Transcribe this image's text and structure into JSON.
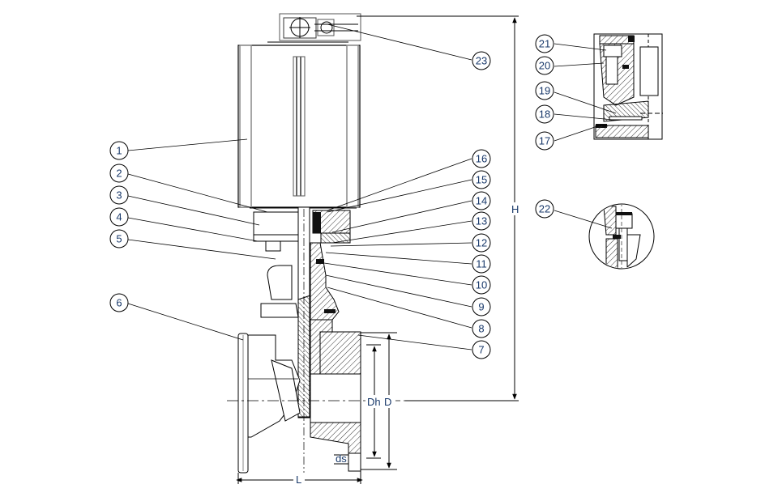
{
  "figure": {
    "title": "Pneumatic actuated gate valve – sectional drawing",
    "line_color": "#000000",
    "callout_text_color": "#1a3a6b",
    "hatch_color": "#333333",
    "leader_color": "#000000"
  },
  "callouts": [
    {
      "id": "1",
      "label": "1"
    },
    {
      "id": "2",
      "label": "2"
    },
    {
      "id": "3",
      "label": "3"
    },
    {
      "id": "4",
      "label": "4"
    },
    {
      "id": "5",
      "label": "5"
    },
    {
      "id": "6",
      "label": "6"
    },
    {
      "id": "7",
      "label": "7"
    },
    {
      "id": "8",
      "label": "8"
    },
    {
      "id": "9",
      "label": "9"
    },
    {
      "id": "10",
      "label": "10"
    },
    {
      "id": "11",
      "label": "11"
    },
    {
      "id": "12",
      "label": "12"
    },
    {
      "id": "13",
      "label": "13"
    },
    {
      "id": "14",
      "label": "14"
    },
    {
      "id": "15",
      "label": "15"
    },
    {
      "id": "16",
      "label": "16"
    },
    {
      "id": "17",
      "label": "17"
    },
    {
      "id": "18",
      "label": "18"
    },
    {
      "id": "19",
      "label": "19"
    },
    {
      "id": "20",
      "label": "20"
    },
    {
      "id": "21",
      "label": "21"
    },
    {
      "id": "22",
      "label": "22"
    },
    {
      "id": "23",
      "label": "23"
    }
  ],
  "dimensions": {
    "height": "H",
    "flange_diameter": "D",
    "bolt_circle_diameter": "Dh",
    "bolt_hole_diameter": "ds",
    "length": "L"
  }
}
